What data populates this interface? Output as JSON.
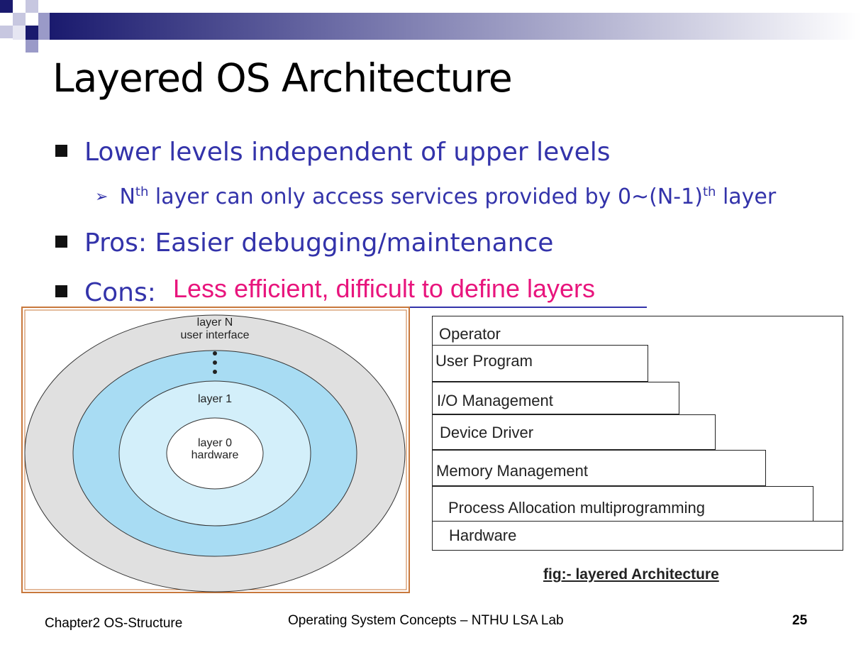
{
  "slide": {
    "title": "Layered OS Architecture",
    "bullets": {
      "b1": "Lower levels independent of upper levels",
      "b2_prefix": "N",
      "b2_sup1": "th",
      "b2_mid": " layer can only access services provided by 0~(N-1)",
      "b2_sup2": "th",
      "b2_suffix": " layer",
      "b3": "Pros: Easier debugging/maintenance",
      "b4_label": "Cons:",
      "b4_answer": "Less efficient, difficult to define layers"
    },
    "rings": {
      "outer_line1": "layer N",
      "outer_line2": "user interface",
      "layer1": "layer 1",
      "core_line1": "layer 0",
      "core_line2": "hardware"
    },
    "stack": {
      "operator": "Operator",
      "user_program": "User Program",
      "io": "I/O Management",
      "device": "Device Driver",
      "memory": "Memory Management",
      "process": "Process Allocation multiprogramming",
      "hardware": "Hardware",
      "caption": "fig:- layered Architecture"
    },
    "footer": {
      "left": "Chapter2 OS-Structure",
      "center": "Operating System Concepts – NTHU LSA Lab",
      "page": "25"
    },
    "colors": {
      "bullet_text": "#3333aa",
      "answer_text": "#e8157d",
      "ring_outer": "#e0e0e0",
      "ring_mid": "#a8dcf3",
      "ring_inner": "#d3effa",
      "frame": "#c8783c"
    }
  }
}
